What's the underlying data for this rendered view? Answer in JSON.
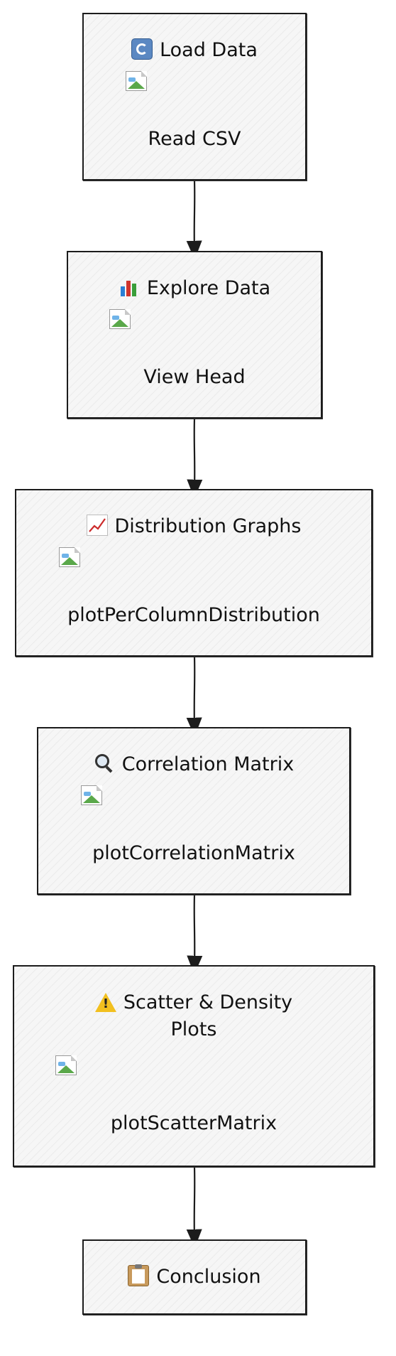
{
  "nodes": [
    {
      "title": "Load Data",
      "icon": "refresh-icon",
      "subtitle": "Read CSV",
      "has_image": true
    },
    {
      "title": "Explore Data",
      "icon": "bar-chart-icon",
      "subtitle": "View Head",
      "has_image": true
    },
    {
      "title": "Distribution Graphs",
      "icon": "line-chart-icon",
      "subtitle": "plotPerColumnDistribution",
      "has_image": true
    },
    {
      "title": "Correlation Matrix",
      "icon": "magnifier-icon",
      "subtitle": "plotCorrelationMatrix",
      "has_image": true
    },
    {
      "title": "Scatter & Density Plots",
      "icon": "warning-icon",
      "subtitle": "plotScatterMatrix",
      "has_image": true
    },
    {
      "title": "Conclusion",
      "icon": "clipboard-icon",
      "subtitle": "",
      "has_image": false
    }
  ]
}
